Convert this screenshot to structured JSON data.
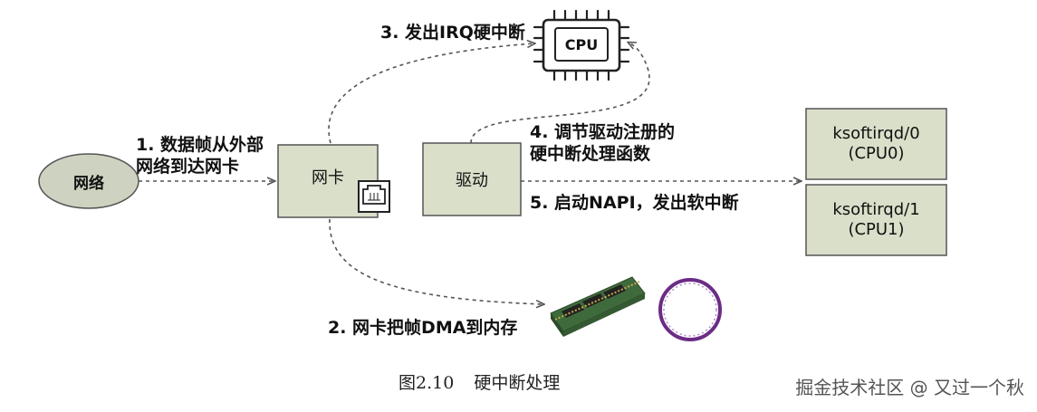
{
  "nodes": {
    "network": "网络",
    "nic": "网卡",
    "driver": "驱动",
    "cpu": "CPU",
    "ksoftirqd0": {
      "name": "ksoftirqd/0",
      "cpu": "(CPU0)"
    },
    "ksoftirqd1": {
      "name": "ksoftirqd/1",
      "cpu": "(CPU1)"
    }
  },
  "steps": {
    "step1": {
      "line1": "1. 数据帧从外部",
      "line2": "网络到达网卡"
    },
    "step2": "2. 网卡把帧DMA到内存",
    "step3": "3. 发出IRQ硬中断",
    "step4": {
      "line1": "4. 调节驱动注册的",
      "line2": "硬中断处理函数"
    },
    "step5": "5. 启动NAPI，发出软中断"
  },
  "caption": {
    "figure": "图2.10",
    "title": "硬中断处理"
  },
  "watermark": "掘金技术社区 @ 又过一个秋",
  "colors": {
    "box_fill": "#d9dfc9",
    "ellipse_fill": "#cdd3c0",
    "arrow": "#555555",
    "ring": "#6b2c86",
    "ram_board": "#3f6b3c"
  }
}
